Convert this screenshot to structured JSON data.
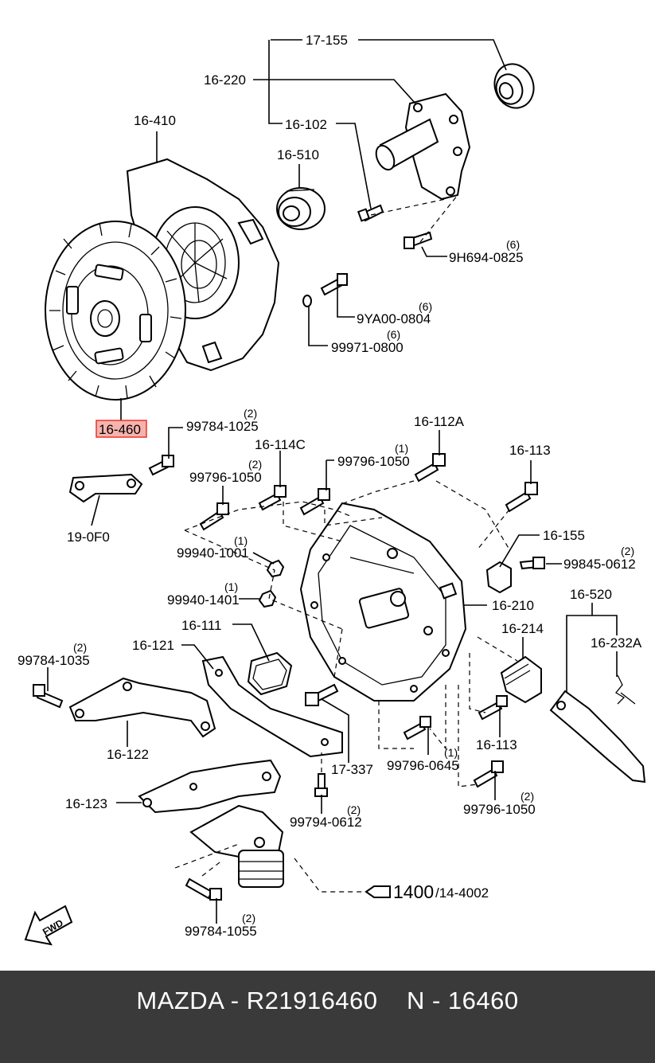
{
  "labels": {
    "l17155": "17-155",
    "l16220": "16-220",
    "l16102": "16-102",
    "l16410": "16-410",
    "l16510": "16-510",
    "l9h694": "9H694-0825",
    "q9h694": "(6)",
    "l9ya00": "9YA00-0804",
    "q9ya00": "(6)",
    "l99971": "99971-0800",
    "q99971": "(6)",
    "l16460": "16-460",
    "l99784_1025": "99784-1025",
    "q99784_1025": "(2)",
    "l16114c": "16-114C",
    "l99796_1050a": "99796-1050",
    "q99796_1050a": "(1)",
    "l16112a": "16-112A",
    "l16113a": "16-113",
    "l99796_1050b": "99796-1050",
    "q99796_1050b": "(2)",
    "l190f0": "19-0F0",
    "l16155": "16-155",
    "l99940_1001": "99940-1001",
    "q99940_1001": "(1)",
    "l99845": "99845-0612",
    "q99845": "(2)",
    "l99940_1401": "99940-1401",
    "q99940_1401": "(1)",
    "l16210": "16-210",
    "l16520": "16-520",
    "l16111": "16-111",
    "l16214": "16-214",
    "l16121": "16-121",
    "l16232a": "16-232A",
    "l99784_1035": "99784-1035",
    "q99784_1035": "(2)",
    "l16122": "16-122",
    "l17337": "17-337",
    "l99796_0645": "99796-0645",
    "q99796_0645": "(1)",
    "l16113b": "16-113",
    "l16123": "16-123",
    "l99794": "99794-0612",
    "q99794": "(2)",
    "l99796_1050c": "99796-1050",
    "q99796_1050c": "(2)",
    "l1400": "1400",
    "l14_4002": "/14-4002",
    "l99784_1055": "99784-1055",
    "q99784_1055": "(2)",
    "fwd": "FWD"
  },
  "highlight": {
    "part": "16-460",
    "color": "#e8332a",
    "fill": "#f6b3ae"
  },
  "footer": {
    "text": "MAZDA - R21916460    N - 16460",
    "background": "#3a3a3a"
  }
}
